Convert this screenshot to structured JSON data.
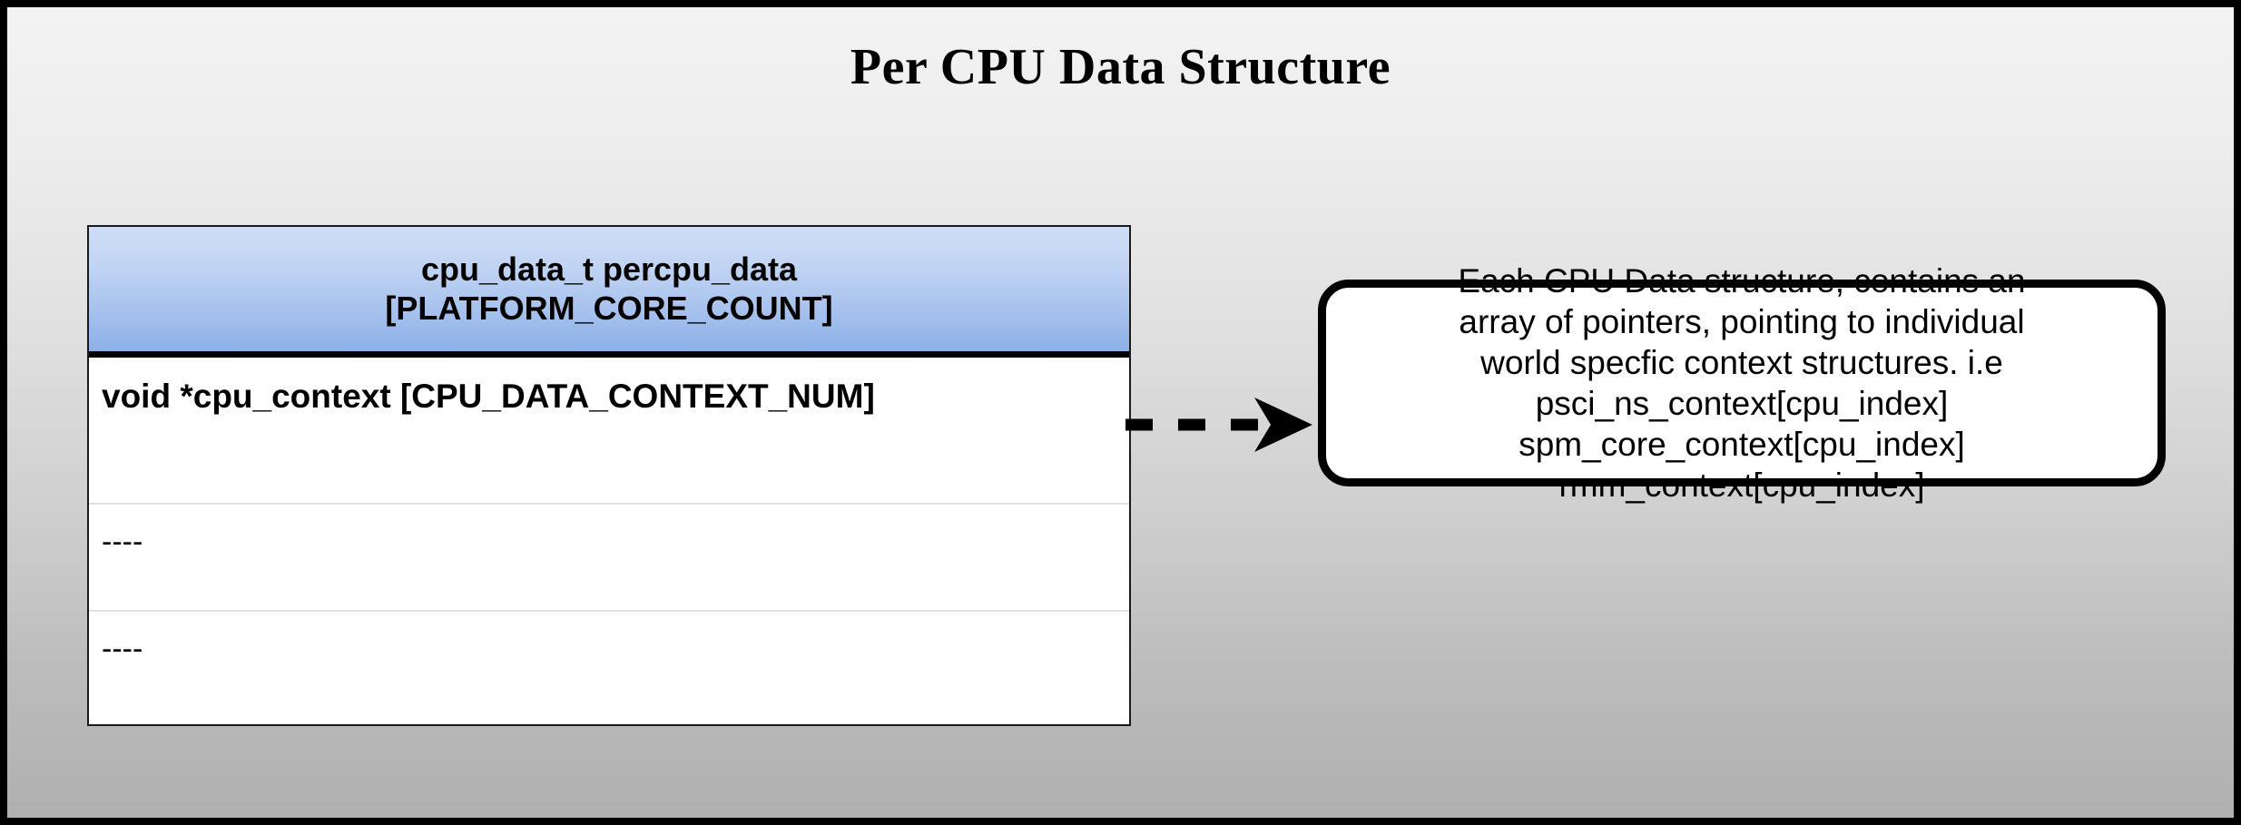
{
  "diagram": {
    "title": "Per CPU Data Structure",
    "background_top_color": "#f3f3f3",
    "background_bottom_color": "#b0b0b0",
    "frame_color": "#000000"
  },
  "struct_table": {
    "header": {
      "line1": "cpu_data_t percpu_data",
      "line2": "[PLATFORM_CORE_COUNT]",
      "gradient_top_color": "#cfdef7",
      "gradient_bottom_color": "#8cb0e8"
    },
    "rows": [
      {
        "text": "void *cpu_context [CPU_DATA_CONTEXT_NUM]"
      },
      {
        "text": "----"
      },
      {
        "text": "----"
      }
    ]
  },
  "connector": {
    "style": "dashed",
    "arrowhead": "filled-triangle",
    "direction": "right",
    "color": "#000000",
    "dash_count": 3
  },
  "note_callout": {
    "lines": [
      "Each CPU Data structure, contains an",
      "array of pointers, pointing to individual",
      "world specfic context structures. i.e",
      "psci_ns_context[cpu_index]",
      "spm_core_context[cpu_index]",
      "rmm_context[cpu_index]"
    ],
    "border_color": "#000000",
    "background_color": "#ffffff"
  }
}
